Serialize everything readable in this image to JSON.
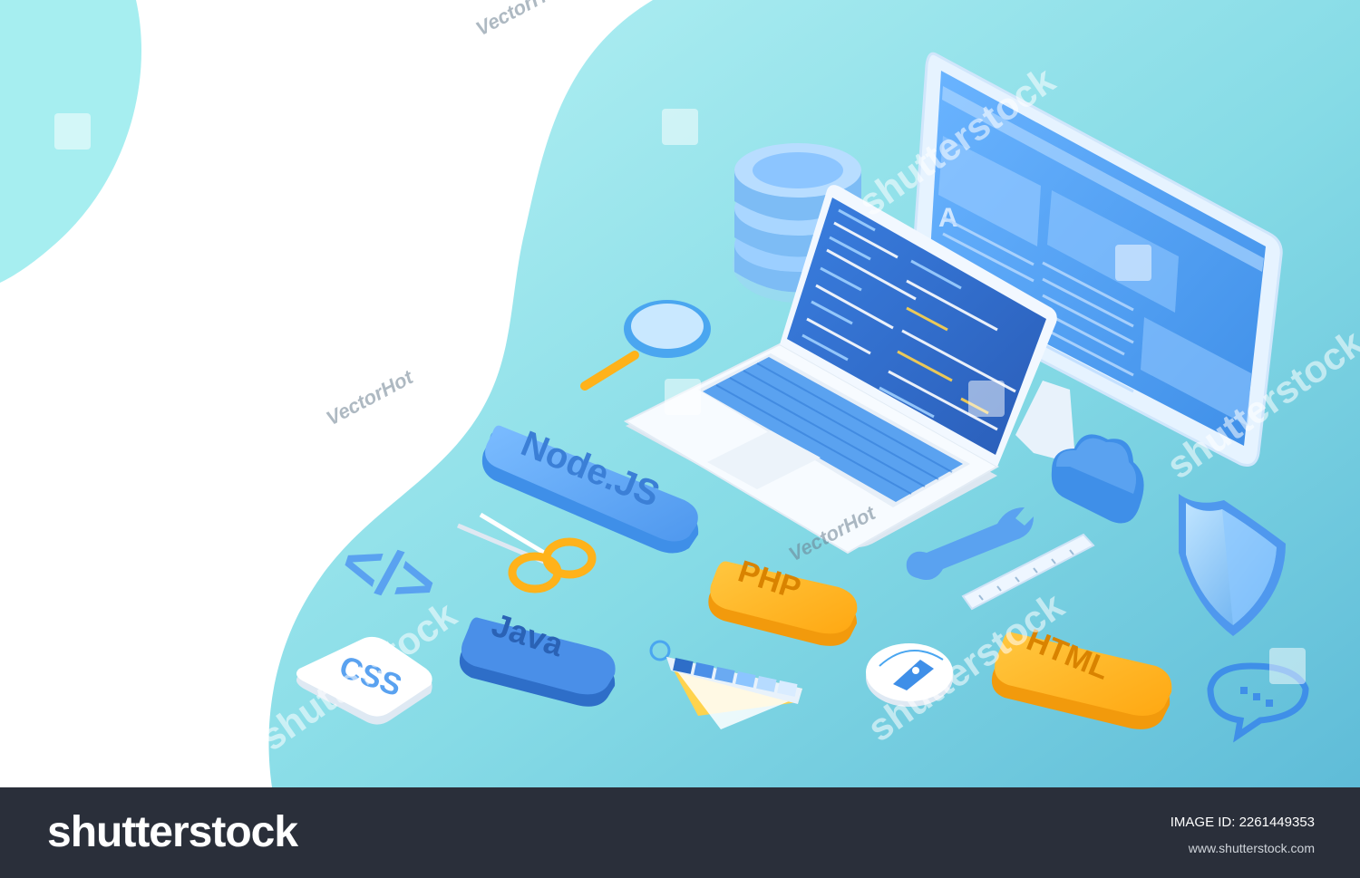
{
  "tags": {
    "node": "Node.JS",
    "php": "PHP",
    "java": "Java",
    "html": "HTML",
    "css": "CSS",
    "code_symbol": "</>"
  },
  "screen": {
    "heading_letter": "A"
  },
  "watermarks": {
    "brand": "shutterstock",
    "author": "VectorHot"
  },
  "footer": {
    "logo": "shutterstock",
    "image_id_label": "IMAGE ID: 2261449353",
    "site": "www.shutterstock.com"
  },
  "colors": {
    "teal_background": "#7fdde5",
    "blue_accent": "#4aa6f0",
    "orange_accent": "#ffb21a",
    "dark_footer": "#2a2f3a"
  }
}
